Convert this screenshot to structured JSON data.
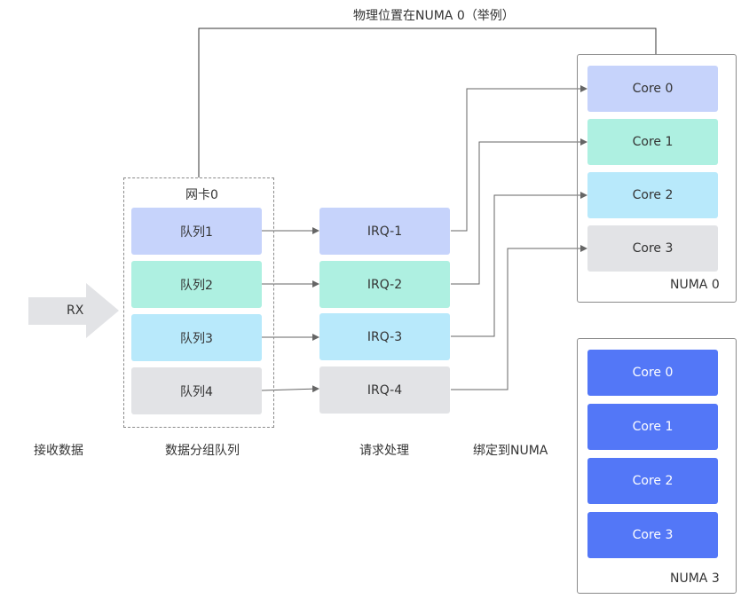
{
  "top_label": "物理位置在NUMA 0（举例）",
  "rx_label": "RX",
  "nic_label": "网卡0",
  "queues": [
    {
      "label": "队列1",
      "color": "#c6d3fb"
    },
    {
      "label": "队列2",
      "color": "#aef0e1"
    },
    {
      "label": "队列3",
      "color": "#b8e9fb"
    },
    {
      "label": "队列4",
      "color": "#e2e3e6"
    }
  ],
  "irqs": [
    {
      "label": "IRQ-1",
      "color": "#c6d3fb"
    },
    {
      "label": "IRQ-2",
      "color": "#aef0e1"
    },
    {
      "label": "IRQ-3",
      "color": "#b8e9fb"
    },
    {
      "label": "IRQ-4",
      "color": "#e2e3e6"
    }
  ],
  "numa0": {
    "label": "NUMA 0",
    "cores": [
      {
        "label": "Core 0",
        "color": "#c6d3fb"
      },
      {
        "label": "Core 1",
        "color": "#aef0e1"
      },
      {
        "label": "Core 2",
        "color": "#b8e9fb"
      },
      {
        "label": "Core 3",
        "color": "#e2e3e6"
      }
    ]
  },
  "numa3": {
    "label": "NUMA 3",
    "color": "#5377f7",
    "cores": [
      {
        "label": "Core 0"
      },
      {
        "label": "Core 1"
      },
      {
        "label": "Core 2"
      },
      {
        "label": "Core 3"
      }
    ]
  },
  "stages": {
    "receive": "接收数据",
    "group": "数据分组队列",
    "process": "请求处理",
    "bind": "绑定到NUMA"
  }
}
